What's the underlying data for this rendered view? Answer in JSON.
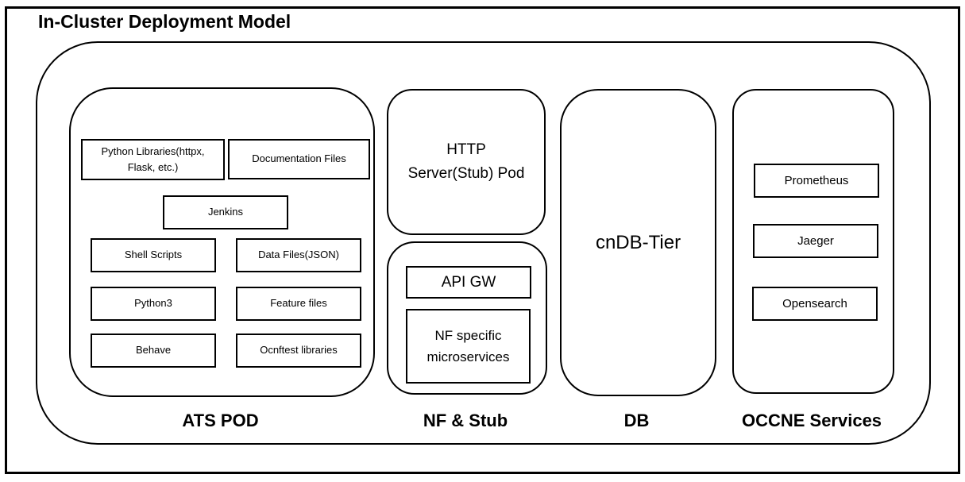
{
  "title": "In-Cluster Deployment Model",
  "colors": {
    "line": "#000000",
    "background": "#ffffff",
    "text": "#000000"
  },
  "groups": {
    "ats_pod": {
      "label": "ATS POD",
      "boxes": {
        "python_libraries": "Python Libraries(httpx, Flask, etc.)",
        "documentation_files": "Documentation Files",
        "jenkins": "Jenkins",
        "shell_scripts": "Shell Scripts",
        "data_files": "Data Files(JSON)",
        "python3": "Python3",
        "feature_files": "Feature files",
        "behave": "Behave",
        "ocnftest_libraries": "Ocnftest libraries"
      }
    },
    "nf_stub": {
      "label": "NF & Stub",
      "http_server_pod": "HTTP Server(Stub) Pod",
      "boxes": {
        "api_gw": "API GW",
        "nf_specific_microservices": "NF specific microservices"
      }
    },
    "db": {
      "label": "DB",
      "cndb_tier": "cnDB-Tier"
    },
    "occne_services": {
      "label": "OCCNE Services",
      "boxes": {
        "prometheus": "Prometheus",
        "jaeger": "Jaeger",
        "opensearch": "Opensearch"
      }
    }
  }
}
